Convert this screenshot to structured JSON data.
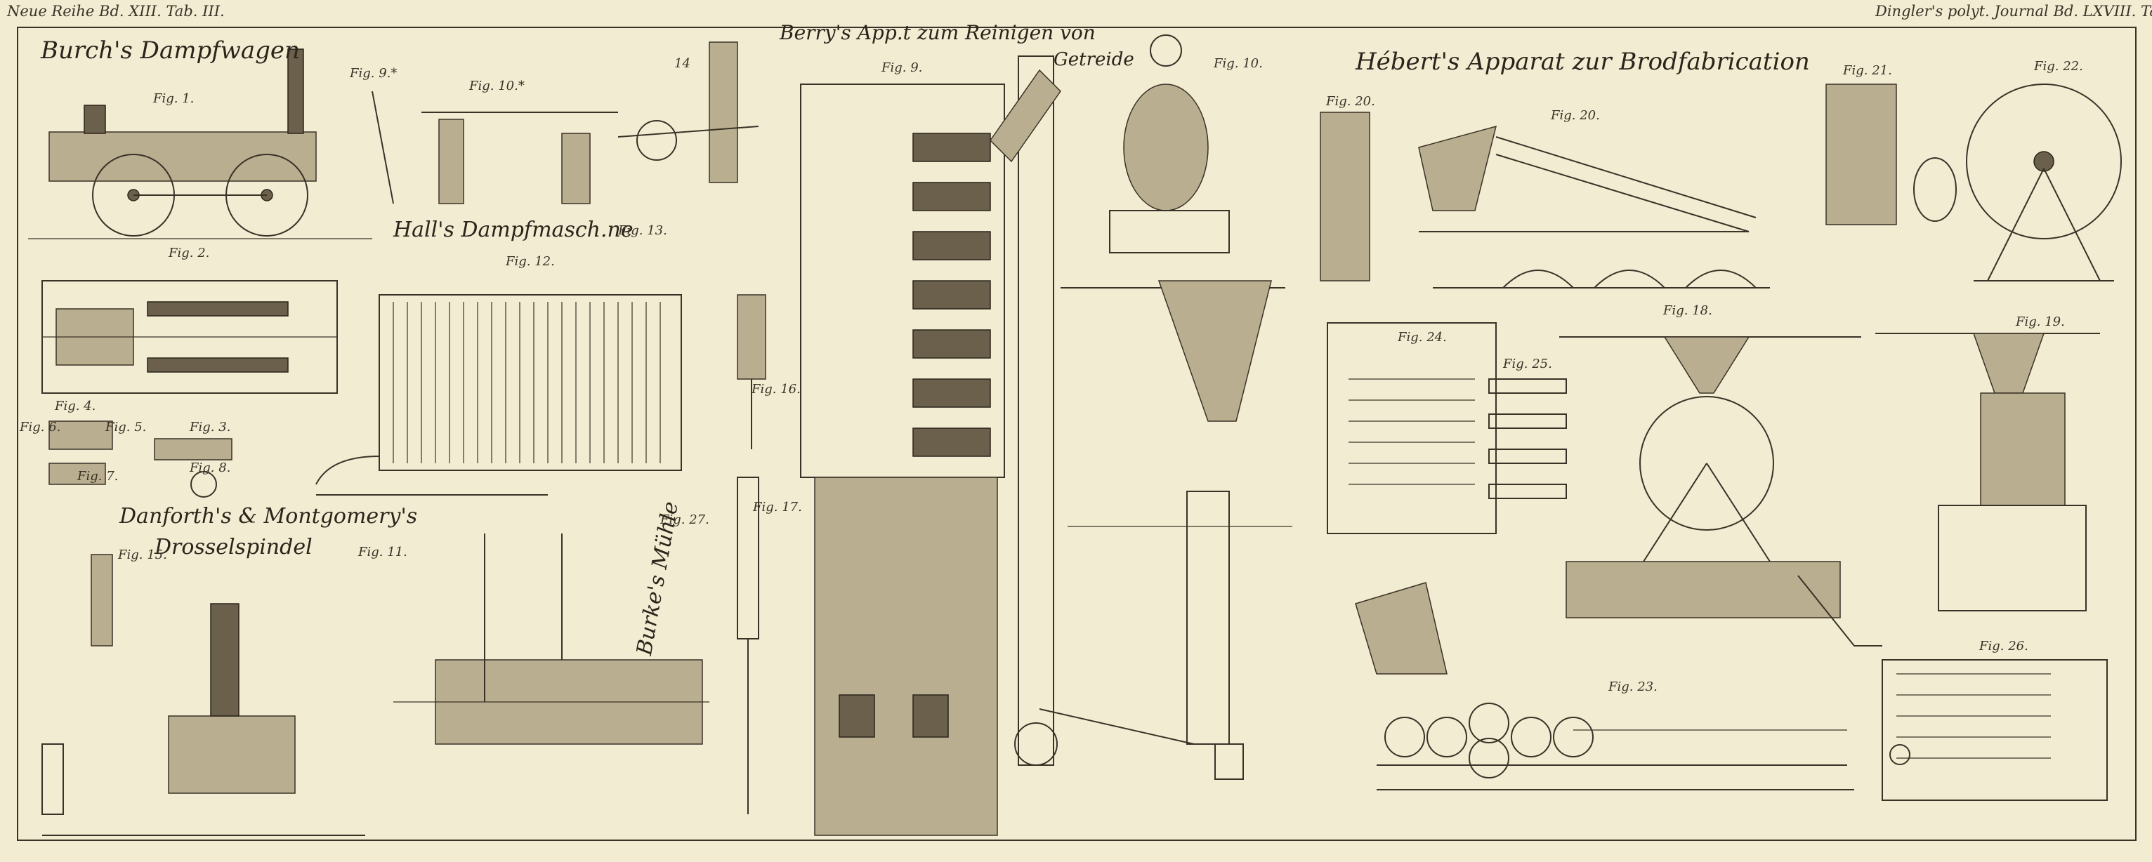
{
  "header": {
    "left": "Neue Reihe Bd. XIII. Tab. III.",
    "right": "Dingler's polyt. Journal Bd. LXVIII. Tab. II."
  },
  "titles": {
    "burch": "Burch's Dampfwagen",
    "hall": "Hall's Dampfmasch.ne",
    "berry": "Berry's App.t zum Reinigen von",
    "berry2": "Getreide",
    "hebert": "Hébert's Apparat zur Brodfabrication",
    "danforth": "Danforth's & Montgomery's",
    "danforth2": "Drosselspindel",
    "burke": "Burke's Mühle"
  },
  "figures": {
    "f1": "Fig. 1.",
    "f2": "Fig. 2.",
    "f3": "Fig. 3.",
    "f4": "Fig. 4.",
    "f5": "Fig. 5.",
    "f6": "Fig. 6.",
    "f7": "Fig. 7.",
    "f8": "Fig. 8.",
    "f9": "Fig. 9.",
    "f9a": "Fig. 9.*",
    "f10": "Fig. 10.",
    "f10a": "Fig. 10.*",
    "f11": "Fig. 11.",
    "f12": "Fig. 12.",
    "f13": "Fig. 13.",
    "f14": "14",
    "f15": "Fig. 15.",
    "f16": "Fig. 16.",
    "f17": "Fig. 17.",
    "f18": "Fig. 18.",
    "f19": "Fig. 19.",
    "f20a": "Fig. 20.",
    "f20b": "Fig. 20.",
    "f21": "Fig. 21.",
    "f22": "Fig. 22.",
    "f23": "Fig. 23.",
    "f24": "Fig. 24.",
    "f25": "Fig. 25.",
    "f26": "Fig. 26.",
    "f27": "Fig. 27."
  }
}
